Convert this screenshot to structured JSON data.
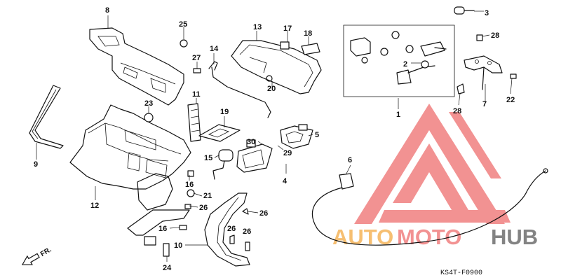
{
  "diagram_code": "KS4T-F0900",
  "front_label": "FR.",
  "watermark": {
    "brand": "AUTOMOTOHUB",
    "part_orange": "AUTO",
    "part_red": "MOTO",
    "part_dark": "HUB",
    "color_orange": "#f5b55a",
    "color_red": "#f08080",
    "color_dark": "#6e6e6e",
    "logo_color": "#f08080"
  },
  "callouts": {
    "c1": "1",
    "c2": "2",
    "c3": "3",
    "c4": "4",
    "c5": "5",
    "c6": "6",
    "c7": "7",
    "c8": "8",
    "c9": "9",
    "c10": "10",
    "c11": "11",
    "c12": "12",
    "c13": "13",
    "c14": "14",
    "c15": "15",
    "c16a": "16",
    "c16b": "16",
    "c17": "17",
    "c18": "18",
    "c19": "19",
    "c20": "20",
    "c21": "21",
    "c22": "22",
    "c23": "23",
    "c24": "24",
    "c25": "25",
    "c26a": "26",
    "c26b": "26",
    "c26c": "26",
    "c26d": "26",
    "c27": "27",
    "c28a": "28",
    "c28b": "28",
    "c29": "29",
    "c30": "30"
  }
}
